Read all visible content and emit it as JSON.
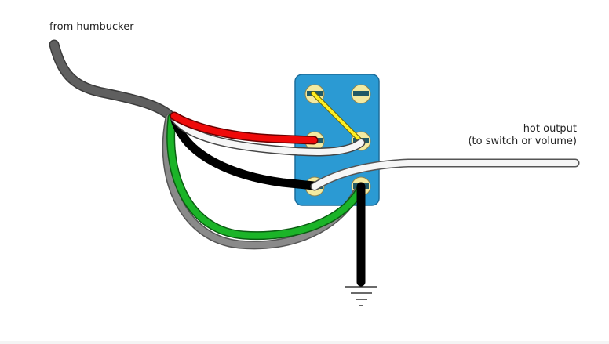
{
  "labels": {
    "from_humbucker": "from humbucker",
    "hot_output_line1": "hot output",
    "hot_output_line2": "(to switch or volume)"
  },
  "colors": {
    "switch_body": "#2b9ad3",
    "lug": "#f3eaa0",
    "slot": "#215a66",
    "jumper": "#ffee22",
    "cable_jacket": "#5f5f5f",
    "wire_red": "#ef0a0a",
    "wire_white": "#f6f6f6",
    "wire_black": "#000000",
    "wire_green": "#1bb428",
    "wire_bare": "#8a8a8a",
    "ground": "#111111"
  },
  "icons": [
    "ground-symbol-icon",
    "screw-lug-icon"
  ]
}
